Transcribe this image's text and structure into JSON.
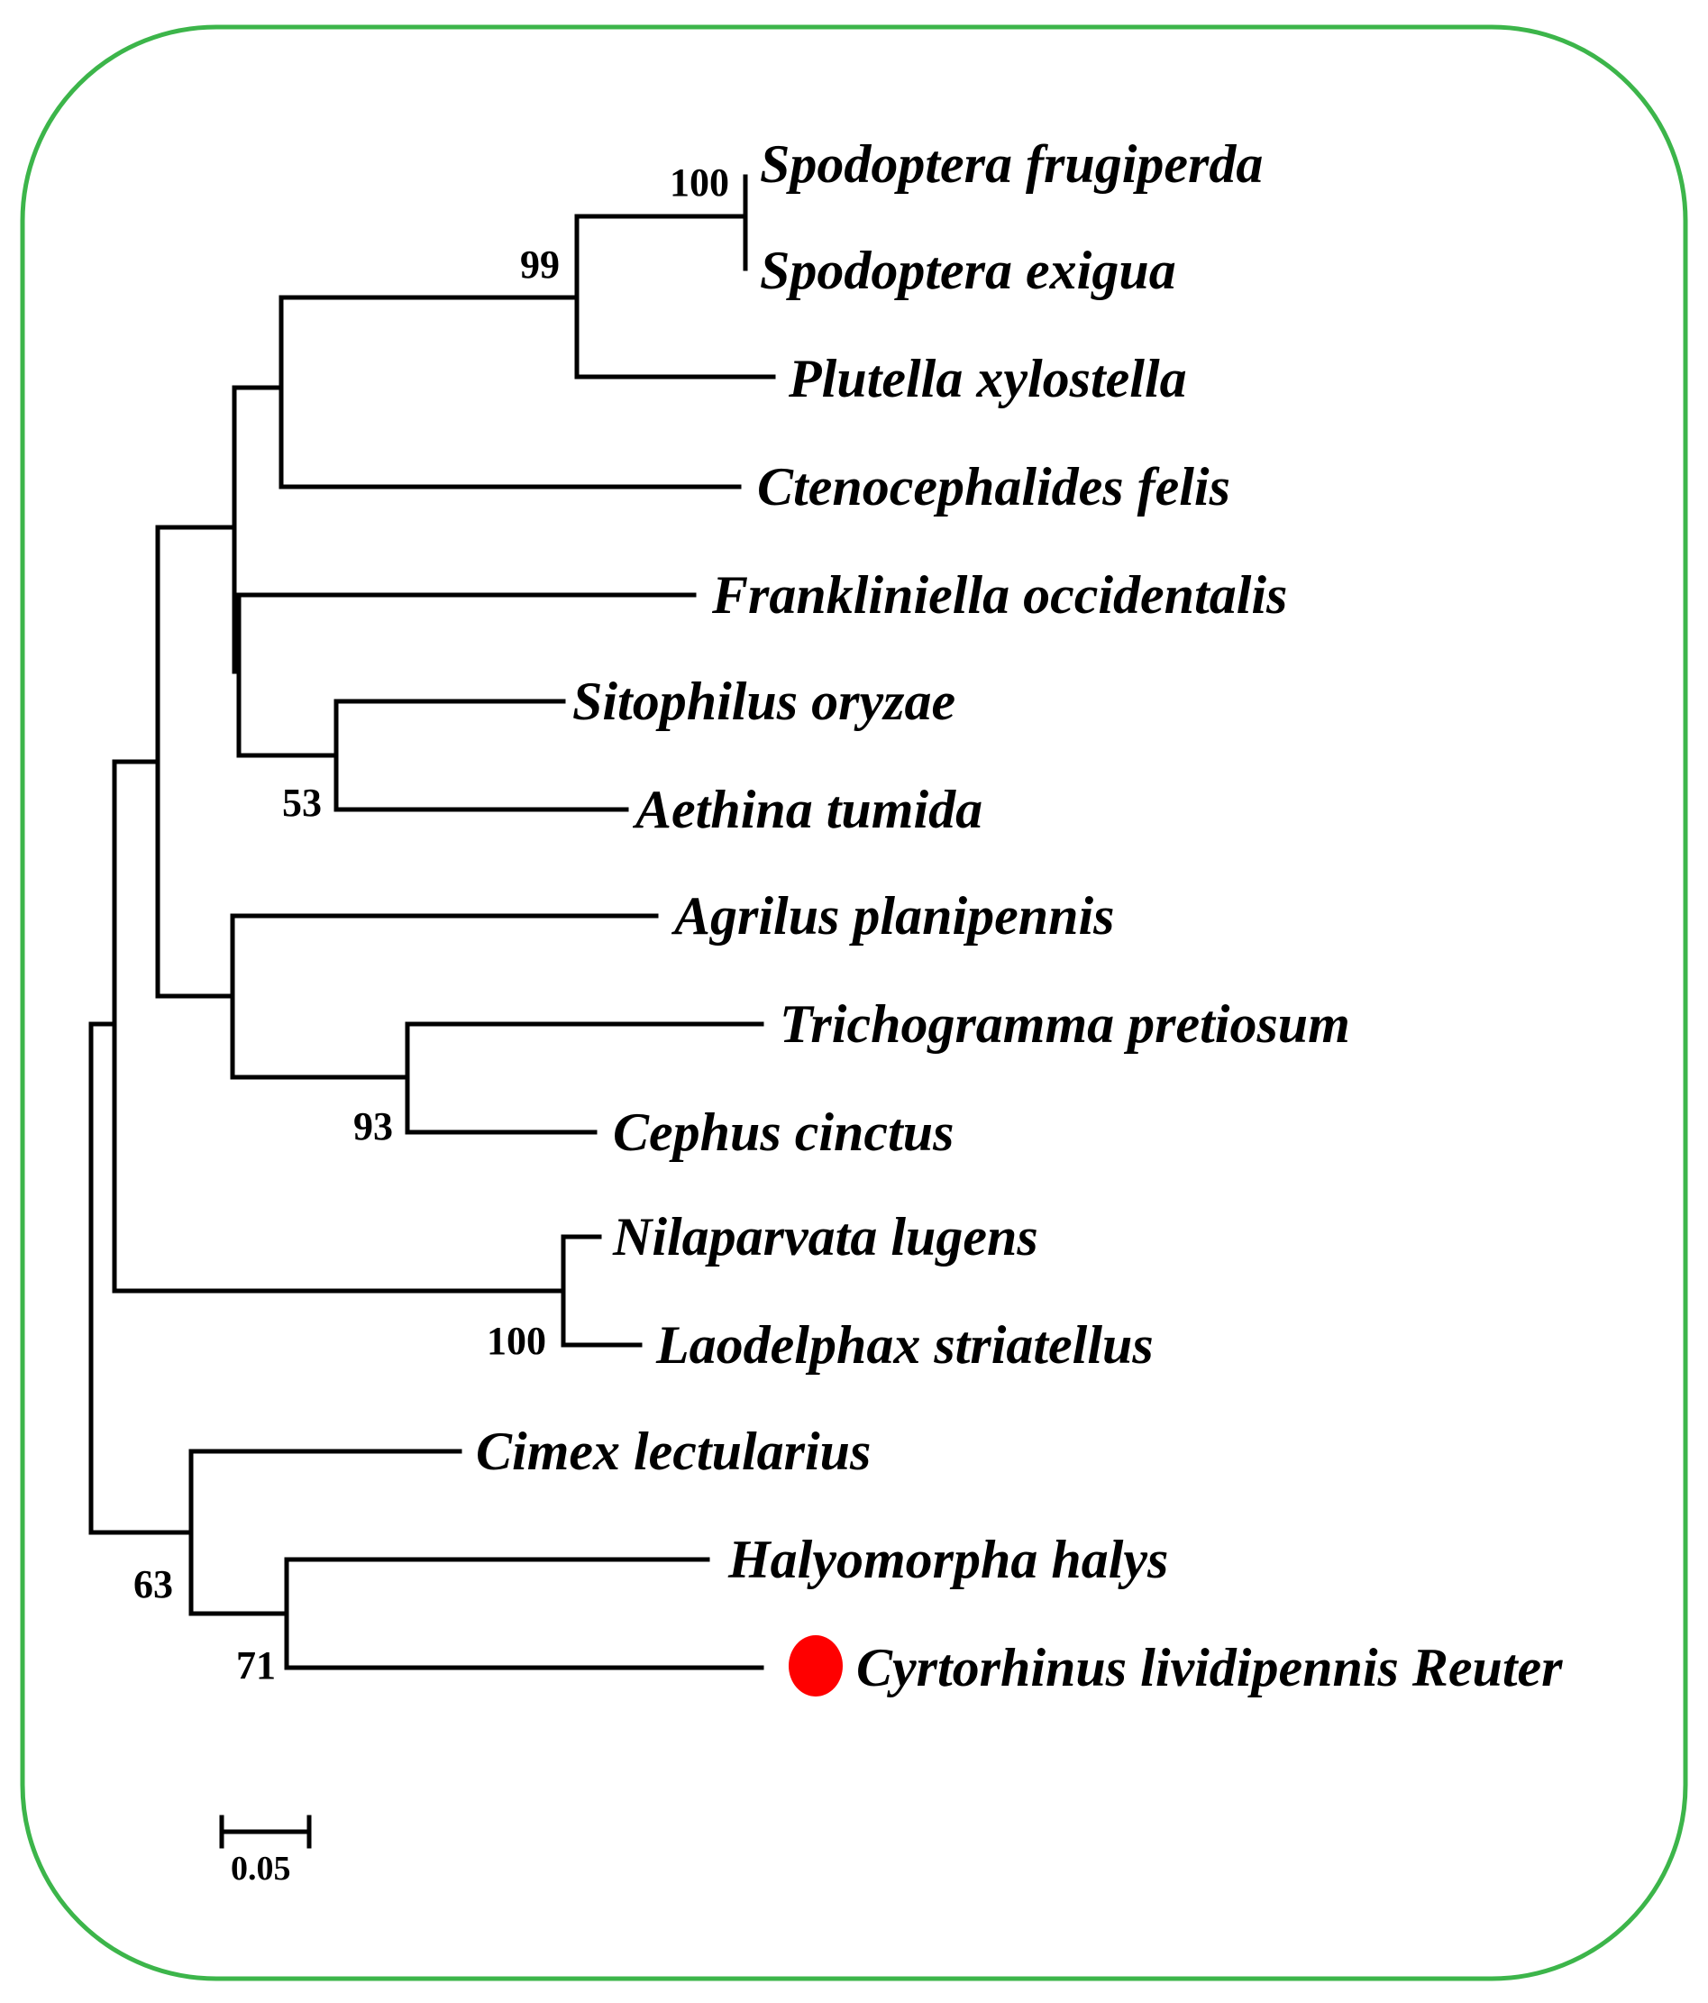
{
  "tree": {
    "frame_color": "#3cb54a",
    "highlight_color": "#ff0000",
    "taxa": [
      "Spodoptera frugiperda",
      "Spodoptera exigua",
      "Plutella xylostella",
      "Ctenocephalides felis",
      "Frankliniella occidentalis",
      "Sitophilus oryzae",
      "Aethina tumida",
      "Agrilus planipennis",
      "Trichogramma pretiosum",
      "Cephus cinctus",
      "Nilaparvata lugens",
      "Laodelphax striatellus",
      "Cimex lectularius",
      "Halyomorpha halys",
      "Cyrtorhinus lividipennis Reuter"
    ],
    "highlighted_taxon": "Cyrtorhinus lividipennis Reuter",
    "bootstrap": {
      "spodoptera_pair": "100",
      "lepidoptera": "99",
      "sitophilus_aethina": "53",
      "trichogramma_cephus": "93",
      "planthoppers": "100",
      "heteroptera": "63",
      "pentatomid_mirid": "71"
    },
    "scale_bar": {
      "value": 0.05,
      "label": "0.05"
    }
  }
}
